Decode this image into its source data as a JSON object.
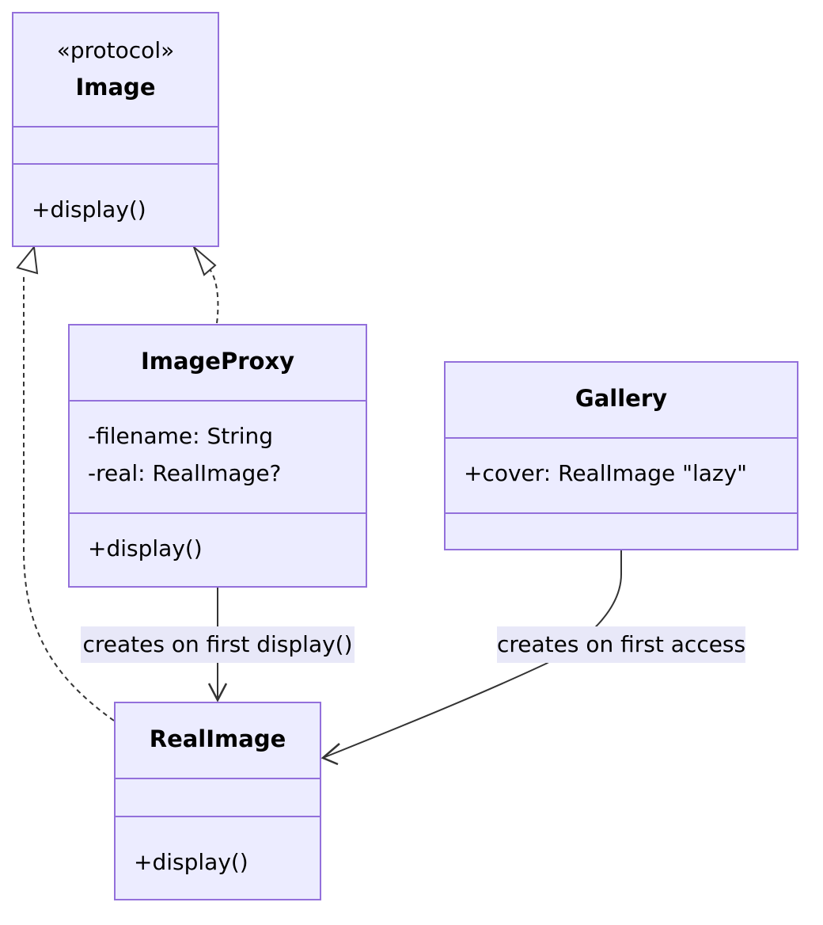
{
  "diagram": {
    "classes": {
      "image": {
        "stereotype": "«protocol»",
        "name": "Image",
        "attributes": [],
        "methods": [
          "+display()"
        ]
      },
      "image_proxy": {
        "name": "ImageProxy",
        "attributes": [
          "-filename: String",
          "-real: RealImage?"
        ],
        "methods": [
          "+display()"
        ]
      },
      "gallery": {
        "name": "Gallery",
        "attributes": [
          "+cover: RealImage \"lazy\""
        ],
        "methods": []
      },
      "real_image": {
        "name": "RealImage",
        "attributes": [],
        "methods": [
          "+display()"
        ]
      }
    },
    "relations": [
      {
        "from": "ImageProxy",
        "to": "Image",
        "type": "realization",
        "label": ""
      },
      {
        "from": "RealImage",
        "to": "Image",
        "type": "realization",
        "label": ""
      },
      {
        "from": "ImageProxy",
        "to": "RealImage",
        "type": "dependency",
        "label": "creates on first display()"
      },
      {
        "from": "Gallery",
        "to": "RealImage",
        "type": "association",
        "label": "creates on first access"
      }
    ],
    "colors": {
      "fill": "#ECECFF",
      "border": "#9370DB",
      "edge": "#333333",
      "label_bg": "#E8E8F8"
    }
  }
}
